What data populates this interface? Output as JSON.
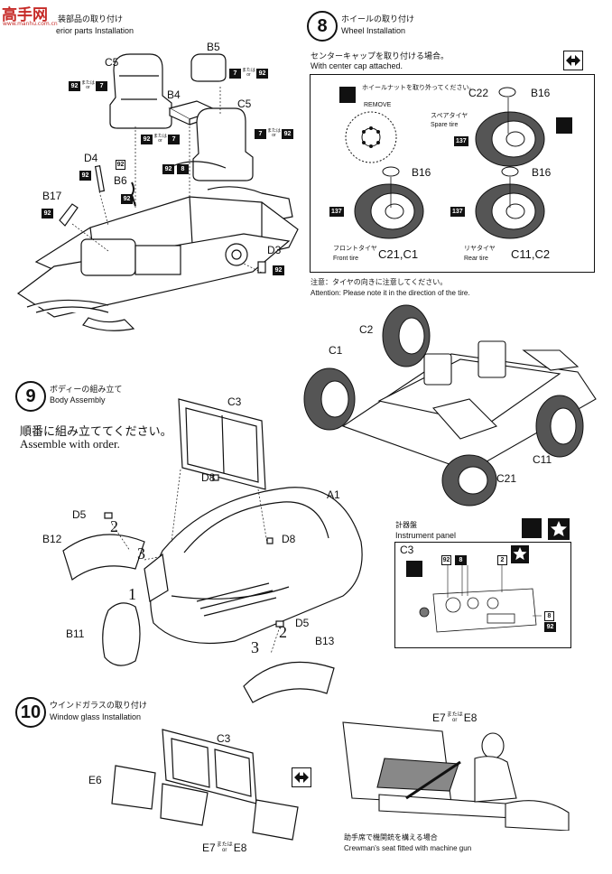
{
  "watermark": {
    "brand": "高手网",
    "url": "www.manhu.com.cn"
  },
  "step7": {
    "title_jp": "装部品の取り付け",
    "title_en": "erior parts Installation",
    "parts": [
      "C5",
      "B5",
      "B4",
      "C5",
      "D4",
      "B6",
      "B17",
      "D3"
    ],
    "colors": {
      "a": "92",
      "b": "7",
      "c": "8",
      "or_jp": "または",
      "or_en": "or"
    }
  },
  "step8": {
    "number": "8",
    "title_jp": "ホイールの取り付け",
    "title_en": "Wheel Installation",
    "cap_note_jp": "センターキャップを取り付ける場合。",
    "cap_note_en": "With center cap attached.",
    "remove_jp": "ホイールナットを取り外ってください。",
    "remove_en": "REMOVE",
    "spare_jp": "スペアタイヤ",
    "spare_en": "Spare tire",
    "front_jp": "フロントタイヤ",
    "front_en": "Front tire",
    "rear_jp": "リヤタイヤ",
    "rear_en": "Rear tire",
    "parts": {
      "c22": "C22",
      "b16": "B16",
      "front": "C21,C1",
      "rear": "C11,C2"
    },
    "tire_color": "137",
    "attention_jp": "注意：タイヤの向きに注意してください。",
    "attention_en": "Attention: Please note it in the direction of the tire.",
    "assembly_labels": [
      "C2",
      "C1",
      "C11",
      "C21"
    ]
  },
  "step9": {
    "number": "9",
    "title_jp": "ボディーの組み立て",
    "title_en": "Body Assembly",
    "order_jp": "順番に組み立ててください。",
    "order_en": "Assemble with order.",
    "parts": [
      "C3",
      "D8",
      "A1",
      "D5",
      "B12",
      "D8",
      "B11",
      "D5",
      "B13"
    ],
    "order_marks": [
      "2",
      "3",
      "1",
      "2",
      "3"
    ]
  },
  "instrument": {
    "title_jp": "計器盤",
    "title_en": "Instrument panel",
    "part": "C3",
    "colors": [
      "92",
      "8",
      "2",
      "8",
      "92"
    ]
  },
  "step10": {
    "number": "10",
    "title_jp": "ウインドガラスの取り付け",
    "title_en": "Window glass Installation",
    "parts": [
      "C3",
      "E6",
      "E7",
      "E8",
      "E7",
      "E8"
    ],
    "or_jp": "または",
    "or_en": "or",
    "mg_note_jp": "助手席で機関銃を構える場合",
    "mg_note_en": "Crewman's seat fitted with machine gun"
  }
}
